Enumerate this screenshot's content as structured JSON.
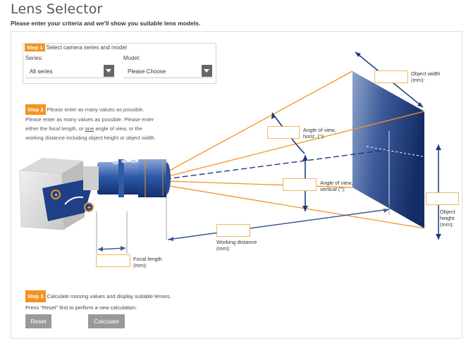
{
  "page": {
    "title": "Lens Selector",
    "subtitle": "Please enter your criteria and we'll show you suitable lens models."
  },
  "step1": {
    "badge": "Step 1",
    "text": "Select camera series and model",
    "series_label": "Series:",
    "series_value": "All series",
    "model_label": "Model:",
    "model_value": "Please Choose"
  },
  "step2": {
    "badge": "Step 2",
    "line1": "Please enter as many values as possible.",
    "line2": "Please enter as many values as possible. Please enter",
    "line3a": "either the focal length, or ",
    "line3u": "one",
    "line3b": " angle of view, or the",
    "line4": "working distance including object height or object width."
  },
  "diagram": {
    "object_width": {
      "label1": "Object width",
      "label2": "(mm):",
      "value": ""
    },
    "angle_horiz": {
      "label1": "Angle of view,",
      "label2": "horiz. (°):",
      "value": ""
    },
    "angle_vert": {
      "label1": "Angle of view,",
      "label2": "vertical (°):",
      "value": ""
    },
    "object_height": {
      "label1": "Object",
      "label2": "height",
      "label3": "(mm):",
      "value": ""
    },
    "working_distance": {
      "label1": "Working distance",
      "label2": "(mm):",
      "value": ""
    },
    "focal_length": {
      "label1": "Focal length",
      "label2": "(mm):",
      "value": ""
    }
  },
  "step3": {
    "badge": "Step 3",
    "line1": "Calculate missing values and display suitable lenses.",
    "line2": "Press \"Reset\" first to perform a new calculation."
  },
  "buttons": {
    "reset": "Reset",
    "calculate": "Calculate"
  },
  "colors": {
    "accent_orange": "#f39322",
    "blue_dark": "#1c3a7a",
    "button_gray": "#999999"
  }
}
